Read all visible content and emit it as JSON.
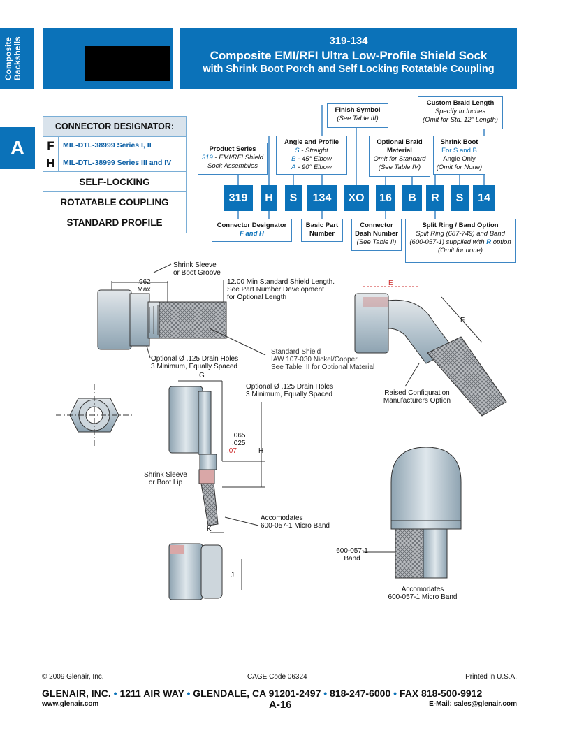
{
  "side_tab": {
    "label": "Composite Backshells",
    "section": "A"
  },
  "title": {
    "line1": "319-134",
    "line2": "Composite EMI/RFI Ultra Low-Profile Shield Sock",
    "line3": "with Shrink Boot Porch and Self Locking Rotatable Coupling"
  },
  "designator_table": {
    "header": "CONNECTOR DESIGNATOR:",
    "rows": [
      {
        "letter": "F",
        "text": "MIL-DTL-38999 Series I, II"
      },
      {
        "letter": "H",
        "text": "MIL-DTL-38999 Series III and IV"
      }
    ],
    "features": [
      "SELF-LOCKING",
      "ROTATABLE COUPLING",
      "STANDARD PROFILE"
    ]
  },
  "part_number": [
    "319",
    "H",
    "S",
    "134",
    "XO",
    "16",
    "B",
    "R",
    "S",
    "14"
  ],
  "callouts": {
    "product_series": {
      "title": "Product Series",
      "code": "319",
      "text1": " - EMI/RFI Shield",
      "text2": "Sock Assemblies"
    },
    "angle_profile": {
      "title": "Angle and Profile",
      "items": [
        {
          "code": "S",
          "text": "-  Straight"
        },
        {
          "code": "B",
          "text": "-  45° Elbow"
        },
        {
          "code": "A",
          "text": "-  90° Elbow"
        }
      ]
    },
    "finish_symbol": {
      "title": "Finish Symbol",
      "text": "(See Table III)"
    },
    "braid_material": {
      "title1": "Optional Braid",
      "title2": "Material",
      "text1": "Omit for Standard",
      "text2": "(See Table IV)"
    },
    "custom_braid": {
      "title": "Custom Braid Length",
      "text1": "Specify In Inches",
      "text2": "(Omit for Std. 12\" Length)"
    },
    "shrink_boot": {
      "title": "Shrink Boot",
      "text1": "For S and B",
      "text2": "Angle Only",
      "text3": "(Omit for None)"
    },
    "connector_designator": {
      "title": "Connector Designator",
      "text": "F and H"
    },
    "basic_part": {
      "title1": "Basic Part",
      "title2": "Number"
    },
    "dash_number": {
      "title1": "Connector",
      "title2": "Dash Number",
      "text": "(See Table II)"
    },
    "split_ring": {
      "title": "Split Ring / Band Option",
      "text1": "Split Ring (687-749) and Band",
      "text2a": "(600-057-1) supplied with ",
      "text2b": "R",
      "text2c": " option",
      "text3": "(Omit for none)"
    }
  },
  "drawing_labels": {
    "shrink_sleeve_groove": "Shrink Sleeve\nor Boot Groove",
    "dim_962": ".962\nMax",
    "std_length": "12.00 Min Standard Shield Length.\nSee Part Number Development\nfor Optional Length",
    "drain_holes_1": "Optional Ø .125 Drain Holes\n3 Minimum, Equally Spaced",
    "standard_shield": "Standard Shield\nIAW 107-030 Nickel/Copper\nSee Table III for Optional Material",
    "dim_e": "E",
    "dim_f": "F",
    "dim_g": "G",
    "dim_h": "H",
    "dim_j": "J",
    "dim_k": "K",
    "raised_config": "Raised Configuration\nManufacturers Option",
    "drain_holes_2": "Optional Ø .125 Drain Holes\n3 Minimum, Equally Spaced",
    "dim_065": ".065",
    "dim_025": ".025",
    "dim_07": ".07",
    "shrink_sleeve_lip": "Shrink Sleeve\nor Boot Lip",
    "accomodates_1": "Accomodates\n600-057-1 Micro Band",
    "band_600": "600-057-1\nBand",
    "accomodates_2": "Accomodates\n600-057-1 Micro Band"
  },
  "footer": {
    "copyright": "© 2009 Glenair, Inc.",
    "cage": "CAGE Code 06324",
    "printed": "Printed in U.S.A.",
    "company": "GLENAIR, INC.",
    "address": "1211 AIR WAY",
    "city": "GLENDALE, CA 91201-2497",
    "phone": "818-247-6000",
    "fax": "FAX 818-500-9912",
    "web": "www.glenair.com",
    "page": "A-16",
    "email": "E-Mail: sales@glenair.com"
  },
  "colors": {
    "accent": "#0b72b9",
    "highlight": "#cc2a2a",
    "line": "#3d86c4"
  }
}
